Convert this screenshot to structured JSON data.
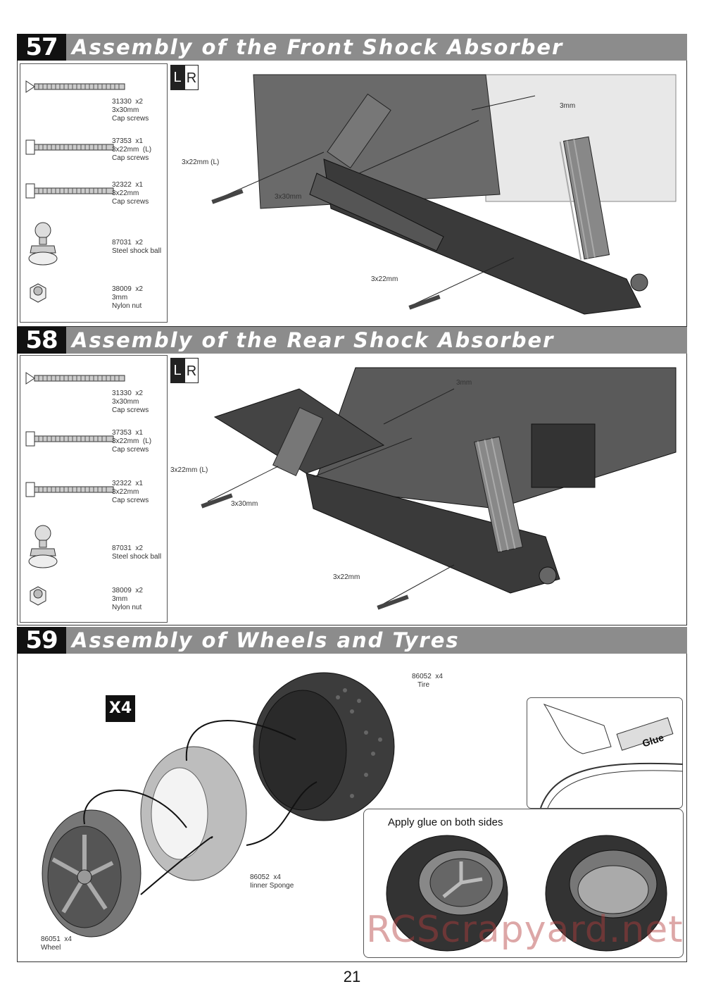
{
  "sections": [
    {
      "number": "57",
      "title": "Assembly of the Front Shock Absorber",
      "lr_left": "L",
      "lr_right": "R",
      "parts": [
        {
          "code": "31330",
          "qty": "x2",
          "size": "3x30mm",
          "name": "Cap screws",
          "icon": "long-screw-icon"
        },
        {
          "code": "37353",
          "qty": "x1",
          "size": "3x22mm  (L)",
          "name": "Cap screws",
          "icon": "cap-screw-icon"
        },
        {
          "code": "32322",
          "qty": "x1",
          "size": "3x22mm",
          "name": "Cap screws",
          "icon": "cap-screw-icon"
        },
        {
          "code": "87031",
          "qty": "x2",
          "size": "",
          "name": "Steel shock ball",
          "icon": "shock-ball-icon"
        },
        {
          "code": "38009",
          "qty": "x2",
          "size": "3mm",
          "name": "Nylon nut",
          "icon": "nylon-nut-icon"
        }
      ],
      "callouts": [
        "3mm",
        "3x22mm (L)",
        "3x30mm",
        "3x22mm"
      ]
    },
    {
      "number": "58",
      "title": "Assembly of the Rear Shock Absorber",
      "lr_left": "L",
      "lr_right": "R",
      "parts": [
        {
          "code": "31330",
          "qty": "x2",
          "size": "3x30mm",
          "name": "Cap screws",
          "icon": "long-screw-icon"
        },
        {
          "code": "37353",
          "qty": "x1",
          "size": "3x22mm  (L)",
          "name": "Cap screws",
          "icon": "cap-screw-icon"
        },
        {
          "code": "32322",
          "qty": "x1",
          "size": "3x22mm",
          "name": "Cap screws",
          "icon": "cap-screw-icon"
        },
        {
          "code": "87031",
          "qty": "x2",
          "size": "",
          "name": "Steel shock ball",
          "icon": "shock-ball-icon"
        },
        {
          "code": "38009",
          "qty": "x2",
          "size": "3mm",
          "name": "Nylon nut",
          "icon": "nylon-nut-icon"
        }
      ],
      "callouts": [
        "3mm",
        "3x22mm (L)",
        "3x30mm",
        "3x22mm"
      ]
    },
    {
      "number": "59",
      "title": "Assembly of Wheels and Tyres",
      "multiplier": "X4",
      "tire": {
        "code": "86052",
        "qty": "x4",
        "name": "Tire"
      },
      "sponge": {
        "code": "86052",
        "qty": "x4",
        "name": "Iinner Sponge"
      },
      "wheel": {
        "code": "86051",
        "qty": "x4",
        "name": "Wheel"
      },
      "glue_label": "Glue",
      "glue_instruction": "Apply glue on both sides"
    }
  ],
  "watermark": "RCScrapyard.net",
  "page_number": "21",
  "colors": {
    "banner": "#8c8c8c",
    "number_block": "#111111",
    "watermark": "#b43c3c"
  }
}
